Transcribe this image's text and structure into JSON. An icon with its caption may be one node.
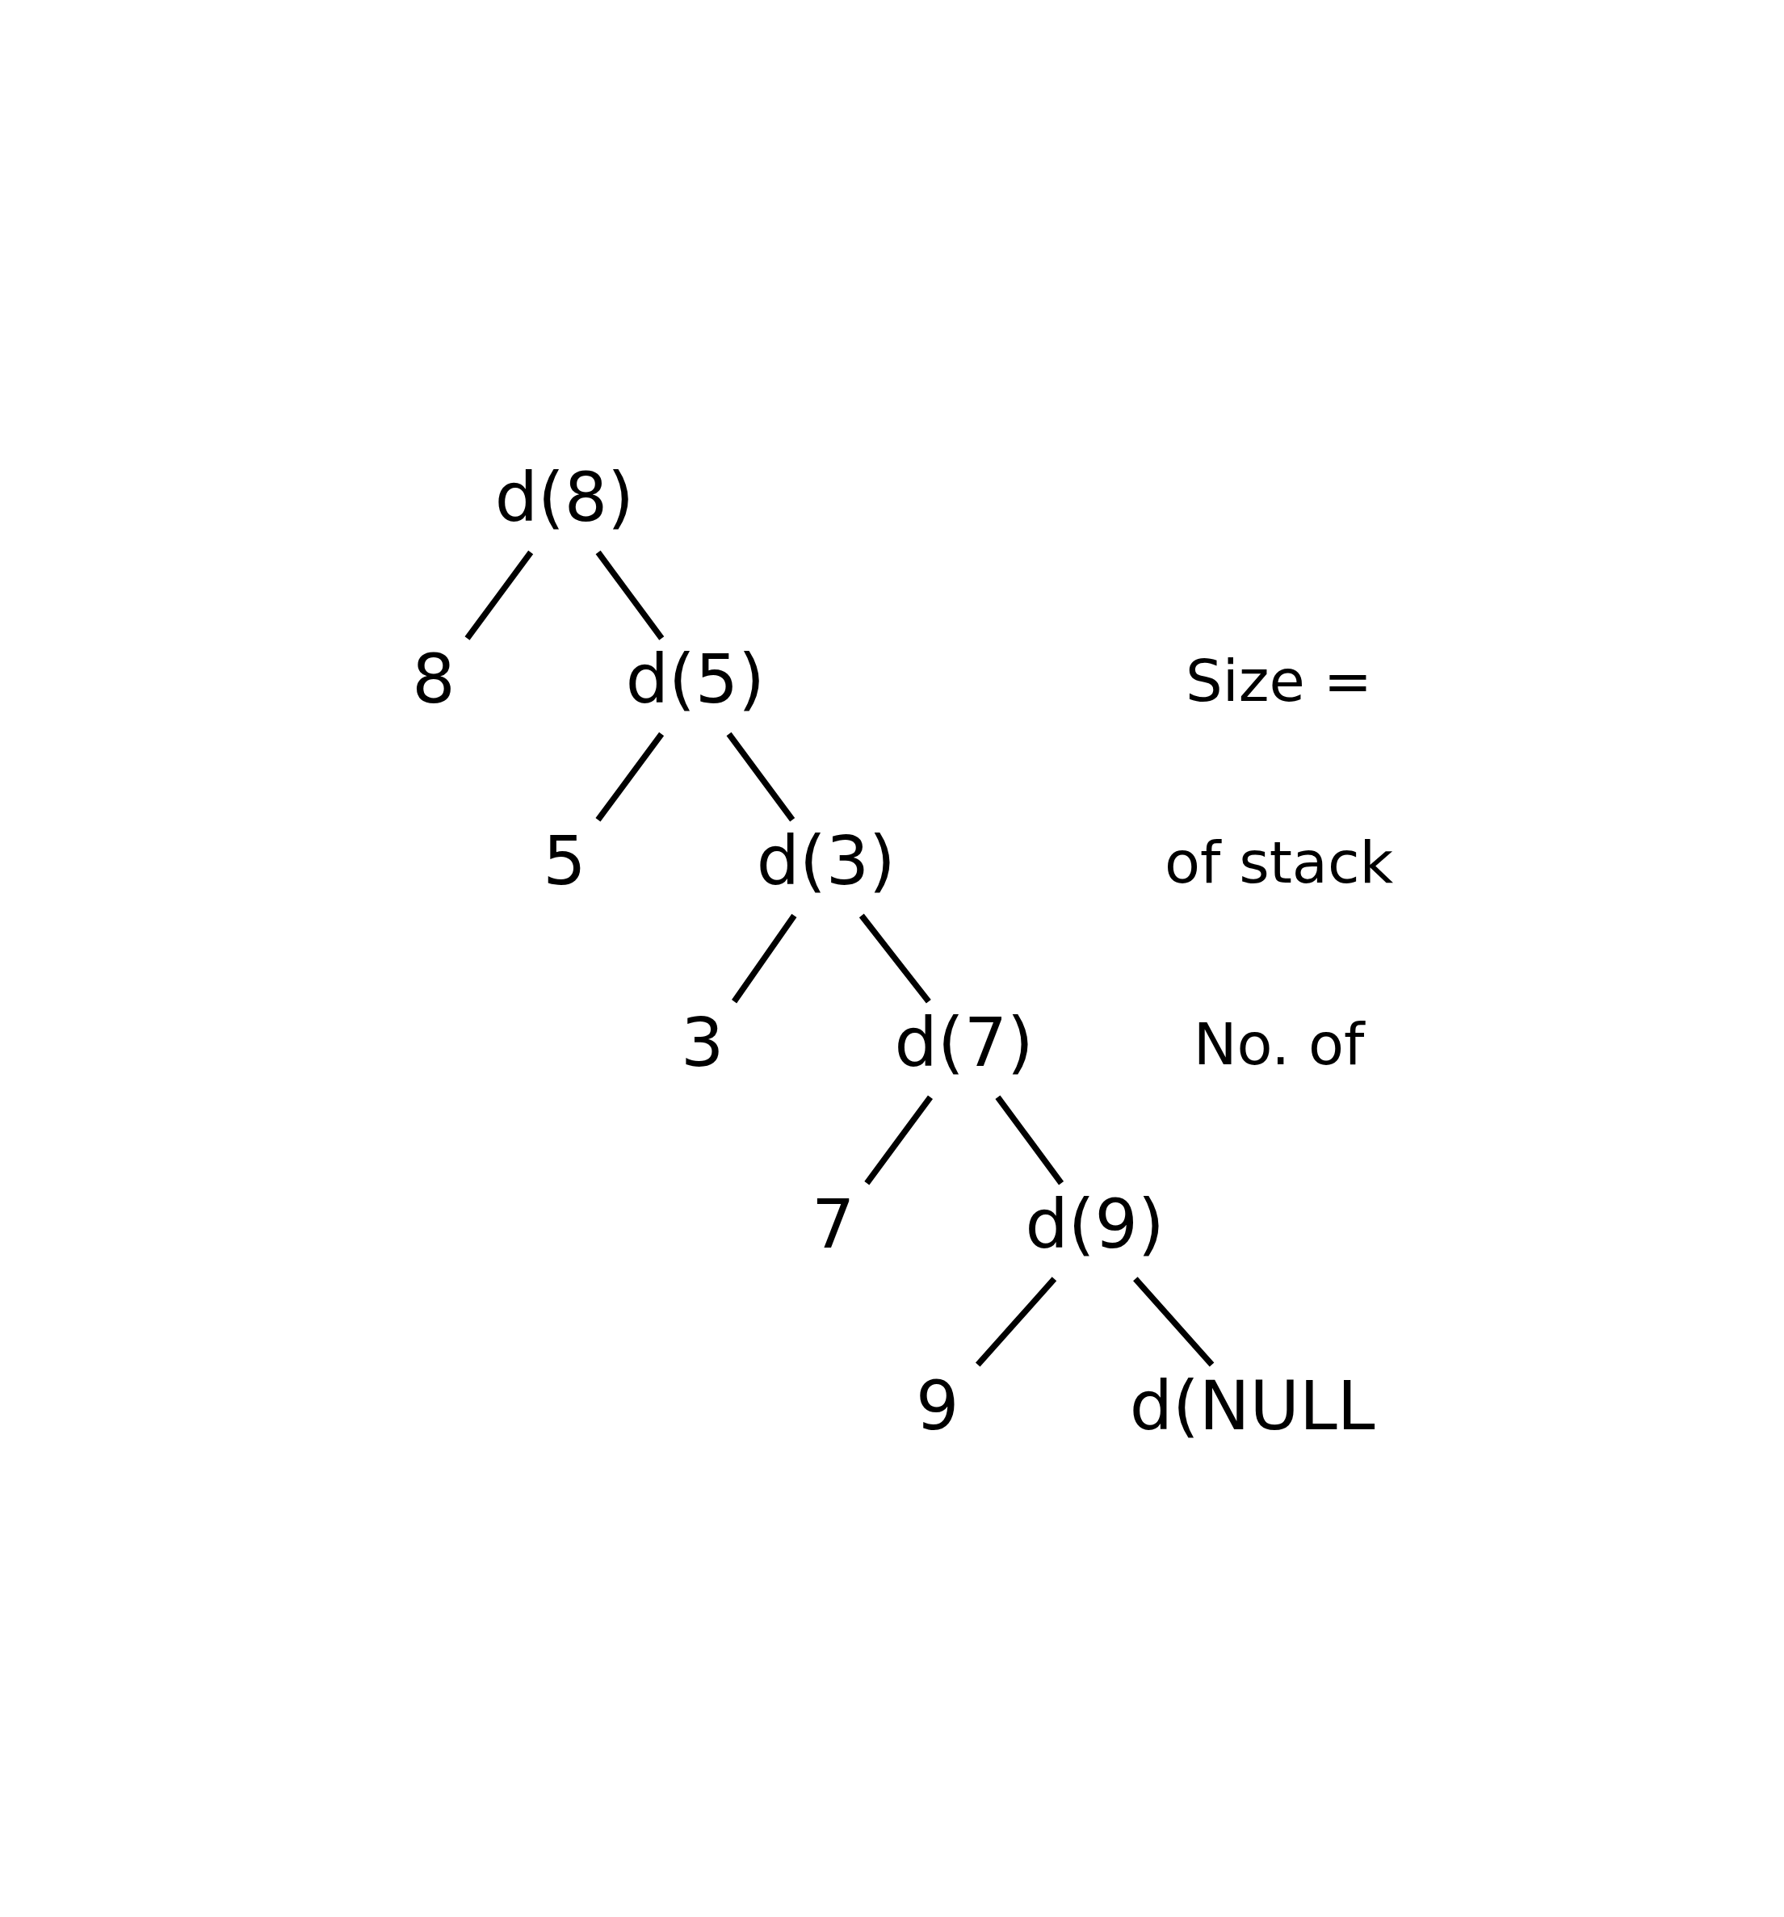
{
  "diagram": {
    "nodes": [
      {
        "text": [
          "d(8)"
        ]
      },
      {
        "text": [
          "8"
        ]
      },
      {
        "text": [
          "d(5)"
        ]
      },
      {
        "text": [
          "5"
        ]
      },
      {
        "text": [
          "d(3)"
        ]
      },
      {
        "text": [
          "3"
        ]
      },
      {
        "text": [
          "d(7)"
        ]
      },
      {
        "text": [
          "7"
        ]
      },
      {
        "text": [
          "d(9)"
        ]
      },
      {
        "text": [
          "9"
        ]
      },
      {
        "text": [
          "d(NULL"
        ]
      }
    ],
    "edges": [
      {
        "from": 0,
        "to": 1,
        "arrow": "none"
      },
      {
        "from": 0,
        "to": 2,
        "arrow": "none"
      },
      {
        "from": 2,
        "to": 3,
        "arrow": "none"
      },
      {
        "from": 2,
        "to": 4,
        "arrow": "none"
      },
      {
        "from": 4,
        "to": 5,
        "arrow": "none"
      },
      {
        "from": 4,
        "to": 6,
        "arrow": "none"
      },
      {
        "from": 6,
        "to": 7,
        "arrow": "none"
      },
      {
        "from": 6,
        "to": 8,
        "arrow": "none"
      },
      {
        "from": 8,
        "to": 9,
        "arrow": "none"
      },
      {
        "from": 8,
        "to": 10,
        "arrow": "none"
      }
    ],
    "labels": [
      "Size =",
      "of stack",
      "No. of"
    ]
  }
}
